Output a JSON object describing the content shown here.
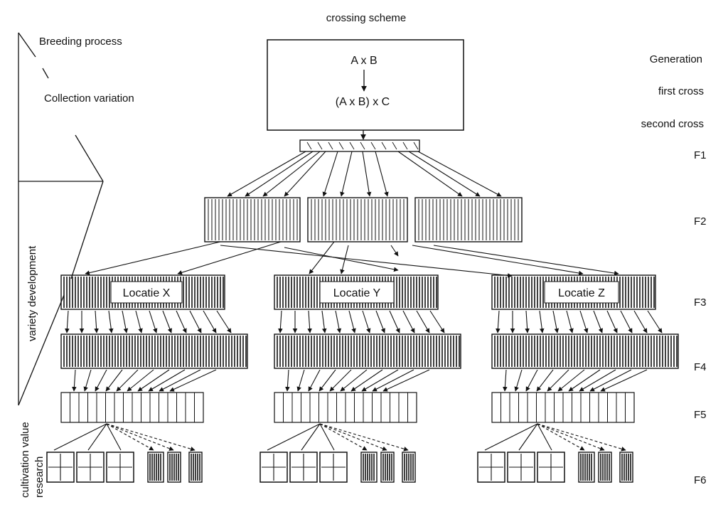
{
  "title": "crossing scheme",
  "side_labels": {
    "breeding_process": "Breeding process",
    "collection_variation": "Collection variation",
    "variety_development": "variety development",
    "cultivation_value": "cultivation value",
    "research": "research"
  },
  "crosses": {
    "first": "A x B",
    "second": "(A x B) x C"
  },
  "generation_header": "Generation",
  "cross_labels": {
    "first": "first cross",
    "second": "second cross"
  },
  "generations": [
    "F1",
    "F2",
    "F3",
    "F4",
    "F5",
    "F6"
  ],
  "locations": [
    "Locatie X",
    "Locatie Y",
    "Locatie Z"
  ],
  "colors": {
    "ink": "#111111",
    "paper": "#ffffff"
  }
}
